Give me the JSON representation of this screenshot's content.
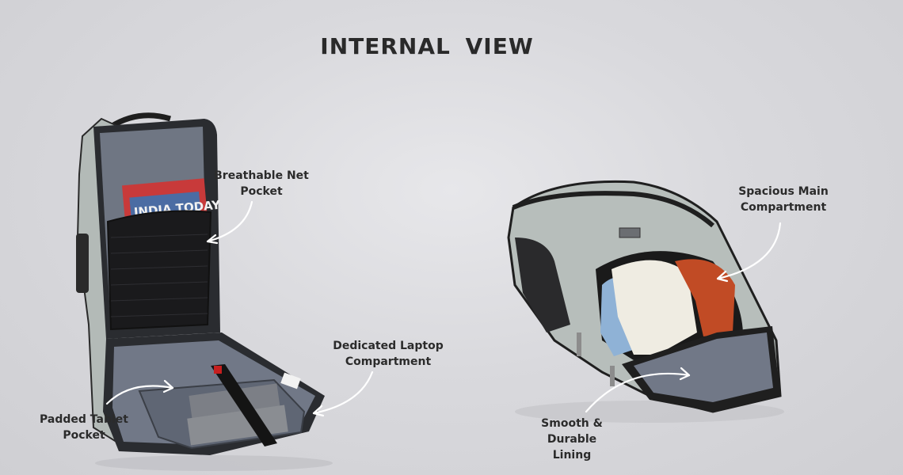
{
  "page": {
    "title": "INTERNAL  VIEW"
  },
  "left_bag": {
    "magazine_text": "INDIA TODAY",
    "callouts": {
      "net_pocket": {
        "line1": "Breathable Net",
        "line2": "Pocket"
      },
      "laptop": {
        "line1": "Dedicated Laptop",
        "line2": "Compartment"
      },
      "tablet": {
        "line1": "Padded Tablet",
        "line2": "Pocket"
      }
    }
  },
  "right_bag": {
    "callouts": {
      "main": {
        "line1": "Spacious Main",
        "line2": "Compartment"
      },
      "lining": {
        "line1": "Smooth & Durable",
        "line2": "Lining"
      }
    }
  },
  "colors": {
    "background": "#d9d9dd",
    "bag_grey": "#b9c0bd",
    "lining": "#6f7683",
    "trim": "#1e1e1e",
    "text": "#2b2b2b"
  }
}
